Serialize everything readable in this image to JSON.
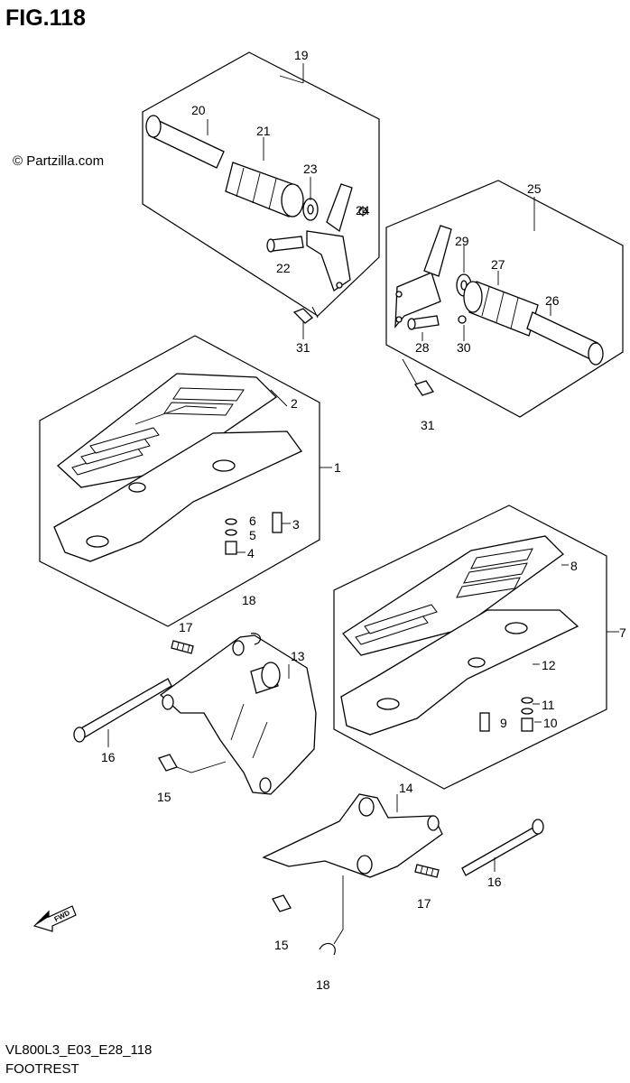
{
  "figure": {
    "title": "FIG.118",
    "copyright": "© Partzilla.com",
    "model_code": "VL800L3_E03_E28_118",
    "section_name": "FOOTREST"
  },
  "fwd_arrow_label": "FWD",
  "callouts": {
    "c1": "1",
    "c2": "2",
    "c3": "3",
    "c4": "4",
    "c5": "5",
    "c6": "6",
    "c7": "7",
    "c8": "8",
    "c9": "9",
    "c10": "10",
    "c11": "11",
    "c12": "12",
    "c13": "13",
    "c14": "14",
    "c15a": "15",
    "c15b": "15",
    "c16a": "16",
    "c16b": "16",
    "c17a": "17",
    "c17b": "17",
    "c18a": "18",
    "c18b": "18",
    "c19": "19",
    "c20": "20",
    "c21": "21",
    "c22": "22",
    "c23": "23",
    "c24": "24",
    "c25": "25",
    "c26": "26",
    "c27": "27",
    "c28": "28",
    "c29": "29",
    "c30": "30",
    "c31a": "31",
    "c31b": "31"
  }
}
